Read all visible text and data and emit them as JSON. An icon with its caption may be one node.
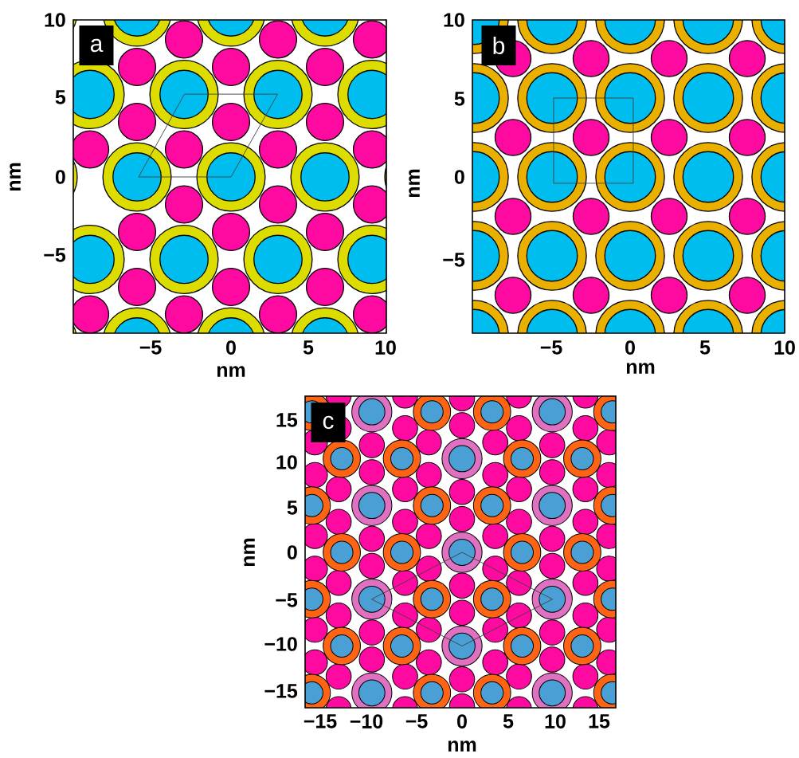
{
  "diagram": {
    "labels": [
      "a",
      "10",
      "5",
      "0",
      "−5",
      "nm",
      "−5",
      "0",
      "5",
      "10",
      "nm",
      "b",
      "10",
      "5",
      "0",
      "−5",
      "nm",
      "−5",
      "0",
      "5",
      "10",
      "nm",
      "15",
      "c",
      "10",
      "5",
      "0",
      "−5",
      "−10",
      "−15",
      "nm",
      "−15",
      "−10",
      "−5",
      "0",
      "5",
      "10",
      "15",
      "nm"
    ]
  }
}
